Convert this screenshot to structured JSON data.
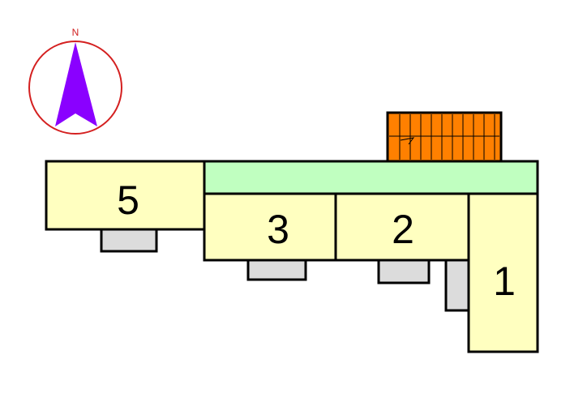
{
  "compass": {
    "north_label": "N",
    "ring_color": "#d42020",
    "arrow_color": "#8a00ff"
  },
  "units": [
    {
      "id": "unit-1",
      "label": "1"
    },
    {
      "id": "unit-2",
      "label": "2"
    },
    {
      "id": "unit-3",
      "label": "3"
    },
    {
      "id": "unit-5",
      "label": "5"
    }
  ],
  "colors": {
    "unit_fill": "#ffffc0",
    "corridor_fill": "#c0ffc0",
    "stair_fill": "#ff8000",
    "step_fill": "#dcdcdc",
    "outline": "#000000"
  }
}
